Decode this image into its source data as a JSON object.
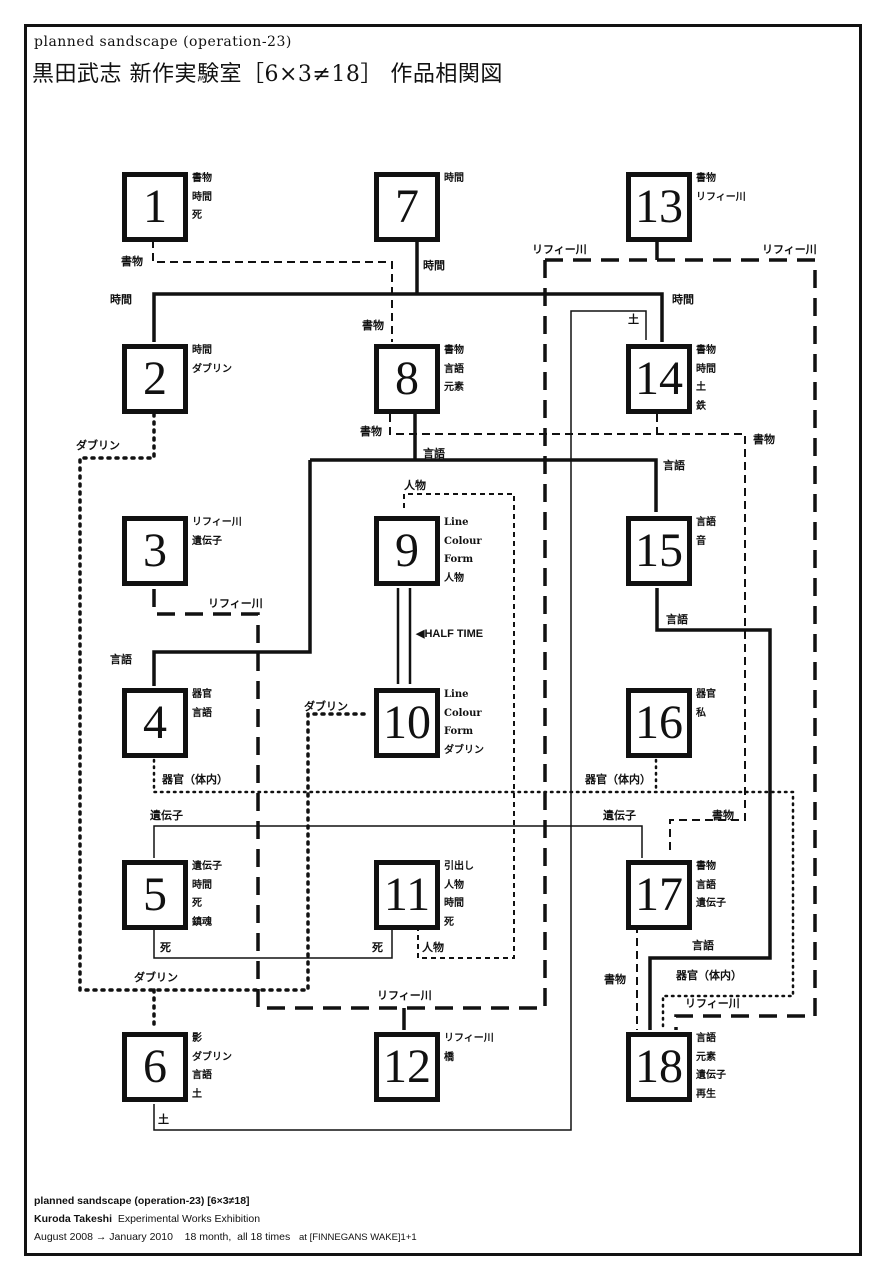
{
  "header": {
    "subtitle": "planned sandscape (operation-23)",
    "title": "黒田武志 新作実験室［6×3≠18］ 作品相関図"
  },
  "nodes": [
    {
      "id": "1",
      "tags": [
        "書物",
        "時間",
        "死"
      ]
    },
    {
      "id": "2",
      "tags": [
        "時間",
        "ダブリン"
      ]
    },
    {
      "id": "3",
      "tags": [
        "リフィー川",
        "遺伝子"
      ]
    },
    {
      "id": "4",
      "tags": [
        "器官",
        "言語"
      ]
    },
    {
      "id": "5",
      "tags": [
        "遺伝子",
        "時間",
        "死",
        "鎮魂"
      ]
    },
    {
      "id": "6",
      "tags": [
        "影",
        "ダブリン",
        "言語",
        "土"
      ]
    },
    {
      "id": "7",
      "tags": [
        "時間"
      ]
    },
    {
      "id": "8",
      "tags": [
        "書物",
        "言語",
        "元素"
      ]
    },
    {
      "id": "9",
      "tags": [
        "Line",
        "Colour",
        "Form",
        "人物"
      ]
    },
    {
      "id": "10",
      "tags": [
        "Line",
        "Colour",
        "Form",
        "ダブリン"
      ]
    },
    {
      "id": "11",
      "tags": [
        "引出し",
        "人物",
        "時間",
        "死"
      ]
    },
    {
      "id": "12",
      "tags": [
        "リフィー川",
        "橋"
      ]
    },
    {
      "id": "13",
      "tags": [
        "書物",
        "リフィー川"
      ]
    },
    {
      "id": "14",
      "tags": [
        "書物",
        "時間",
        "土",
        "鉄"
      ]
    },
    {
      "id": "15",
      "tags": [
        "言語",
        "音"
      ]
    },
    {
      "id": "16",
      "tags": [
        "器官",
        "私"
      ]
    },
    {
      "id": "17",
      "tags": [
        "書物",
        "言語",
        "遺伝子"
      ]
    },
    {
      "id": "18",
      "tags": [
        "言語",
        "元素",
        "遺伝子",
        "再生"
      ]
    }
  ],
  "links": {
    "time": "時間",
    "books": "書物",
    "liffey": "リフィー川",
    "dublin": "ダブリン",
    "language": "言語",
    "person": "人物",
    "organ_body": "器官（体内）",
    "gene": "遺伝子",
    "death": "死",
    "earth": "土",
    "half_time": "◀HALF TIME"
  },
  "footer": {
    "line1": "planned sandscape (operation-23) [6×3≠18]",
    "line2_bold": "Kuroda Takeshi",
    "line2_rest": "Experimental Works Exhibition",
    "line3": "August 2008 → January 2010    18 month,  all 18 times",
    "line3_venue": "at [FINNEGANS WAKE]1+1"
  }
}
